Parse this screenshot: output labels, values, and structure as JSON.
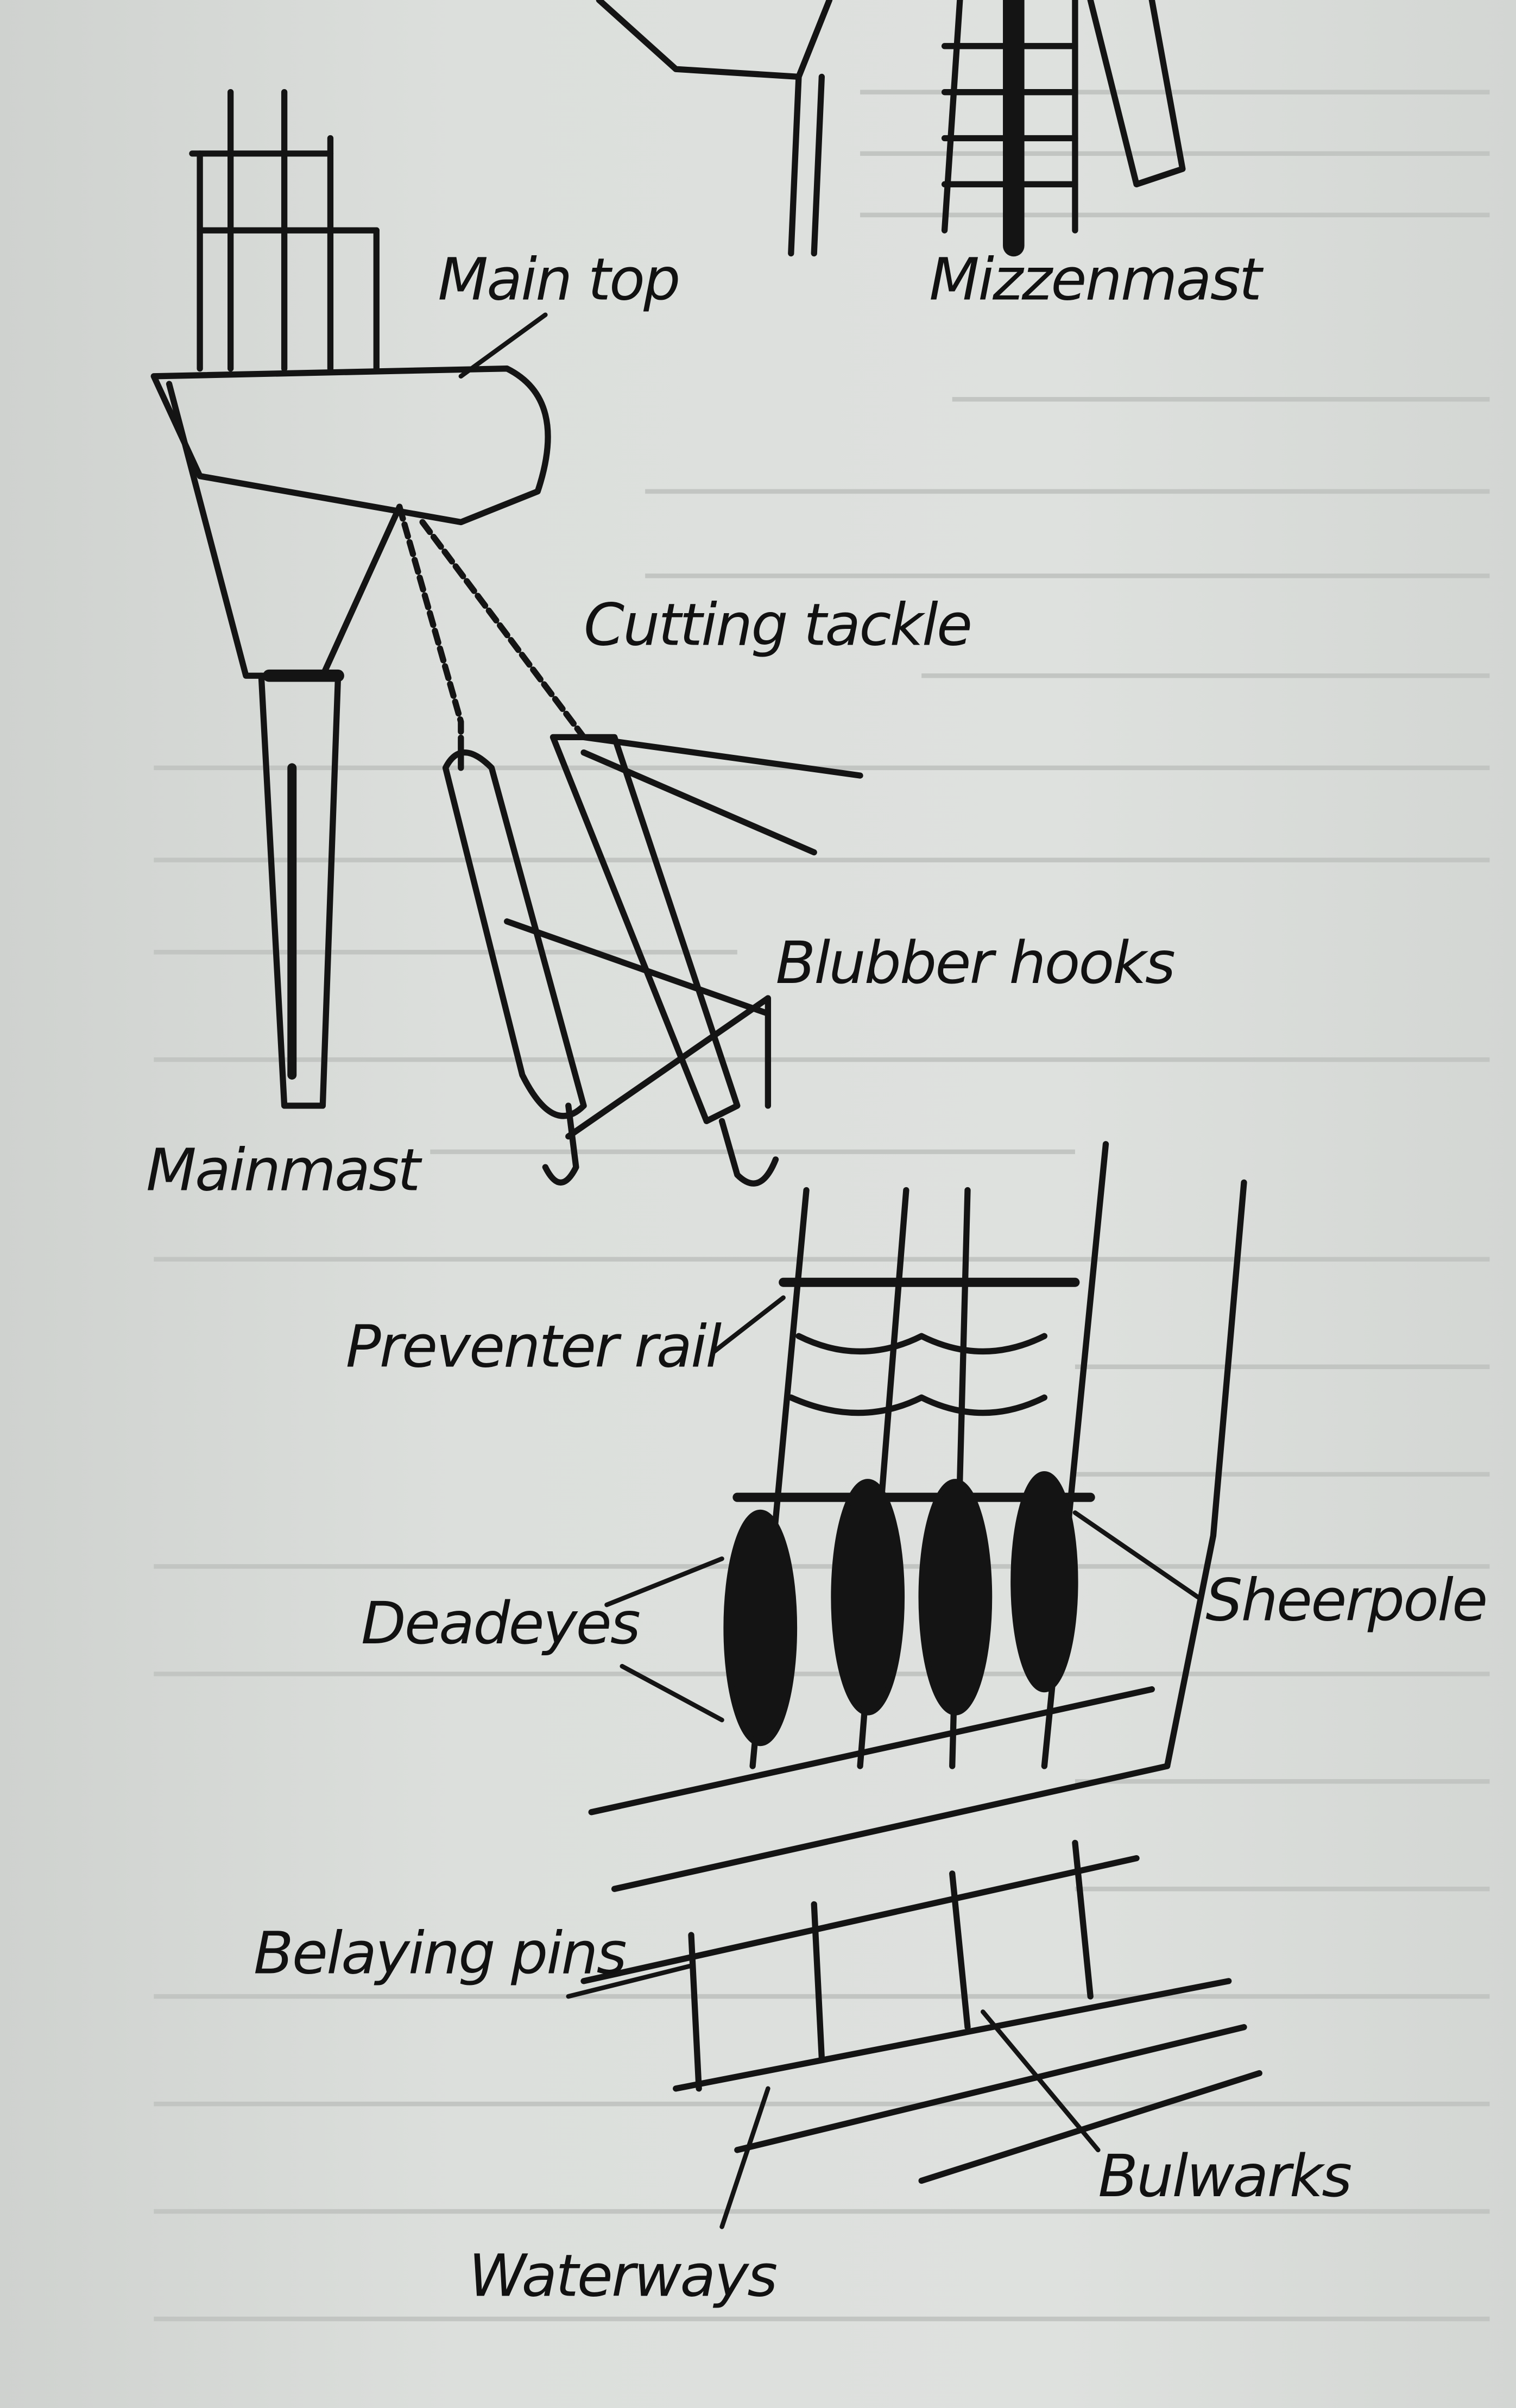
{
  "diagram": {
    "labels": {
      "main_top": "Main top",
      "mizzenmast": "Mizzenmast",
      "cutting_tackle": "Cutting tackle",
      "blubber_hooks": "Blubber hooks",
      "mainmast": "Mainmast",
      "preventer_rail": "Preventer rail",
      "sheerpole": "Sheerpole",
      "deadeyes": "Deadeyes",
      "belaying_pins": "Belaying pins",
      "bulwarks": "Bulwarks",
      "waterways": "Waterways"
    },
    "colors": {
      "paper": "#dcdfdc",
      "ink": "#141414"
    }
  }
}
